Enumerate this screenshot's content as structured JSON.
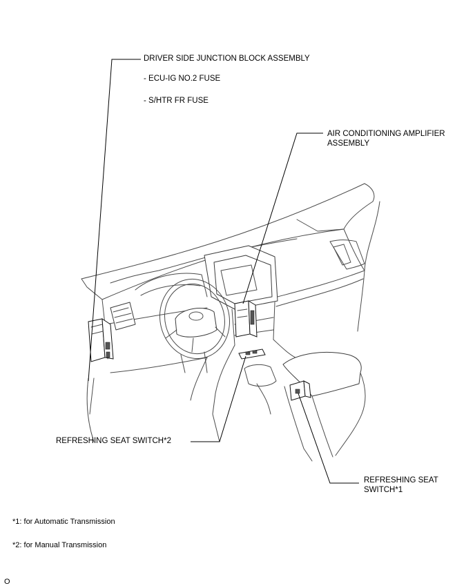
{
  "labels": {
    "driver_side_junction_block": "DRIVER SIDE JUNCTION BLOCK ASSEMBLY",
    "fuse_ecu_ig": "- ECU-IG NO.2 FUSE",
    "fuse_shtr": "- S/HTR FR FUSE",
    "ac_amplifier_line1": "AIR CONDITIONING AMPLIFIER",
    "ac_amplifier_line2": "ASSEMBLY",
    "refreshing_seat_switch_2": "REFRESHING SEAT SWITCH*2",
    "refreshing_seat_switch_1_line1": "REFRESHING SEAT",
    "refreshing_seat_switch_1_line2": "SWITCH*1"
  },
  "footnotes": {
    "note1": "*1: for Automatic Transmission",
    "note2": "*2: for Manual Transmission"
  },
  "page_marker": "O"
}
